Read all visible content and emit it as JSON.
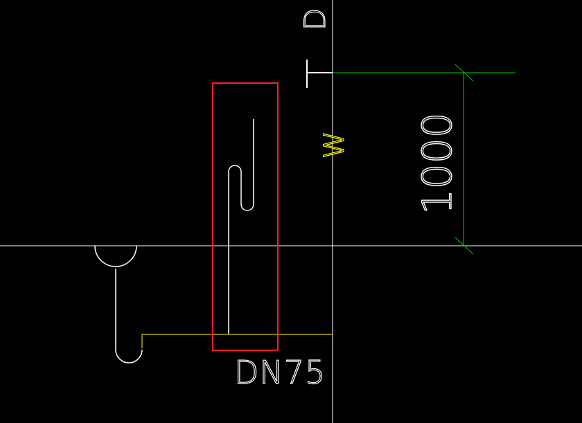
{
  "drawing": {
    "background_color": "#000000",
    "colors": {
      "white": "#ffffff",
      "yellow": "#ffff00",
      "green": "#00cc00",
      "red": "#ff2020"
    },
    "labels": {
      "pipe_size": "DN75",
      "dimension": "1000",
      "pipe_code": "W",
      "top_edge_letter": "D"
    }
  }
}
